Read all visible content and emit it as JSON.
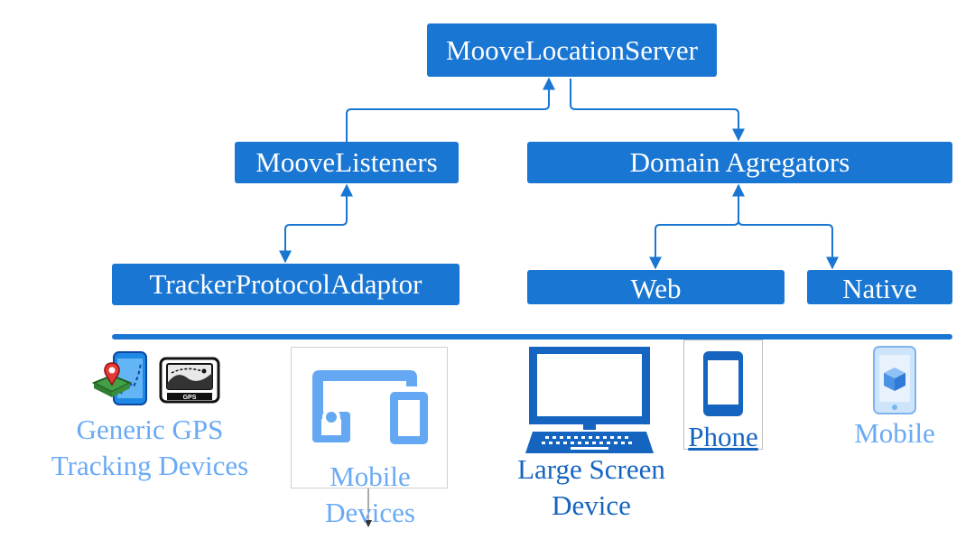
{
  "diagram": {
    "nodes": {
      "server": "MooveLocationServer",
      "listeners": "MooveListeners",
      "aggregators": "Domain Agregators",
      "adaptor": "TrackerProtocolAdaptor",
      "web": "Web",
      "native": "Native"
    },
    "edges": [
      {
        "from": "listeners",
        "to": "server"
      },
      {
        "from": "server",
        "to": "aggregators"
      },
      {
        "from": "adaptor",
        "to": "listeners",
        "bidirectional": true
      },
      {
        "from": "web",
        "to": "aggregators",
        "bidirectional": true
      },
      {
        "from": "native",
        "to": "aggregators",
        "bidirectional": true
      }
    ]
  },
  "devices": {
    "gps_label": "Generic GPS\nTracking Devices",
    "gps_badge": "GPS",
    "mobile_devices_label": "Mobile\nDevices",
    "large_screen_label": "Large Screen\nDevice",
    "phone_label": "Phone",
    "mobile_label": "Mobile"
  },
  "colors": {
    "box": "#1976d2",
    "light_text": "#6aaaf4",
    "dark_text": "#1565c0"
  },
  "icons": [
    "gps-map-phone-icon",
    "gps-device-icon",
    "devices-icon",
    "laptop-icon",
    "phone-icon",
    "mobile-cube-icon"
  ]
}
